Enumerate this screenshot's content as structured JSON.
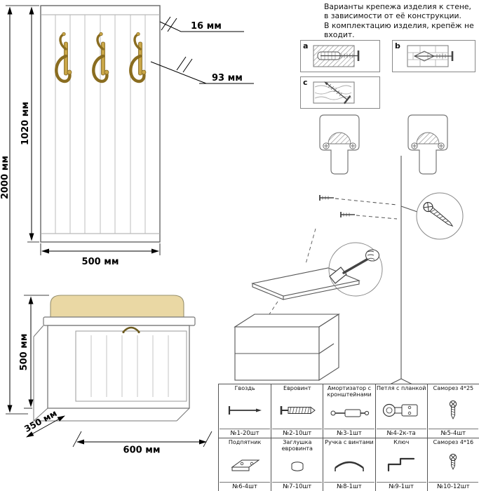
{
  "panel": {
    "dim_height_total": "2000 мм",
    "dim_panel_height": "1020 мм",
    "dim_width": "500 мм",
    "dim_thickness": "16 мм",
    "dim_hook_offset": "93 мм"
  },
  "bench": {
    "dim_height": "500 мм",
    "dim_depth": "350 мм",
    "dim_width": "600 мм"
  },
  "note": {
    "lines": [
      "Варианты крепежа изделия к стене,",
      "в зависимости от её конструкции.",
      "В комплектацию изделия, крепёж не",
      "входит."
    ]
  },
  "options": [
    {
      "label": "a",
      "icon": "dowel-in-concrete-icon"
    },
    {
      "label": "b",
      "icon": "anchor-in-hollow-wall-icon"
    },
    {
      "label": "c",
      "icon": "screw-in-wood-icon"
    }
  ],
  "brackets": {
    "icon": "wall-mount-bracket-icon"
  },
  "parts_table": {
    "rows": [
      [
        {
          "name": "Гвоздь",
          "icon": "nail-icon",
          "qty": "№1-20шт"
        },
        {
          "name": "Евровинт",
          "icon": "euro-screw-icon",
          "qty": "№2-10шт"
        },
        {
          "name": "Амортизатор с кронштейнами",
          "icon": "gas-strut-icon",
          "qty": "№3-1шт"
        },
        {
          "name": "Петля с планкой",
          "icon": "hinge-icon",
          "qty": "№4-2к-та"
        },
        {
          "name": "Саморез 4*25",
          "icon": "screw-icon",
          "qty": "№5-4шт"
        }
      ],
      [
        {
          "name": "Подпятник",
          "icon": "foot-pad-icon",
          "qty": "№6-4шт"
        },
        {
          "name": "Заглушка евровинта",
          "icon": "screw-cap-icon",
          "qty": "№7-10шт"
        },
        {
          "name": "Ручка с винтами",
          "icon": "handle-icon",
          "qty": "№8-1шт"
        },
        {
          "name": "Ключ",
          "icon": "key-icon",
          "qty": "№9-1шт"
        },
        {
          "name": "Саморез 4*16",
          "icon": "screw-icon",
          "qty": "№10-12шт"
        }
      ]
    ]
  }
}
